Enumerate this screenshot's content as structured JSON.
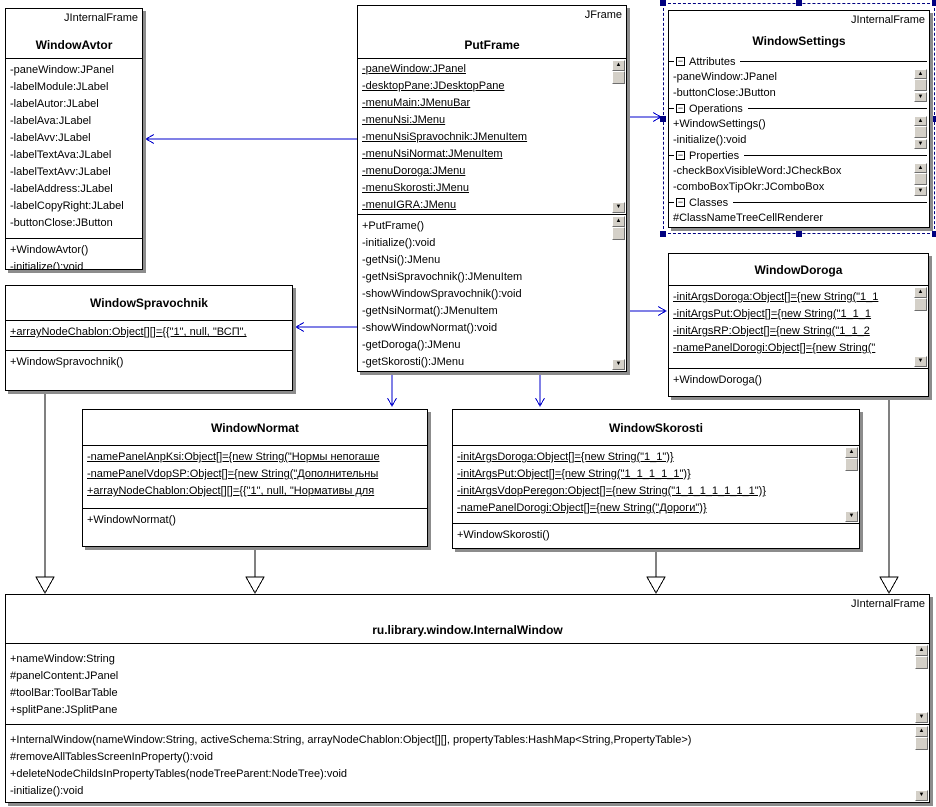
{
  "colors": {
    "association_arrow": "#0000cc",
    "generalization_line": "#000000",
    "selection_handles": "#000080",
    "box_shadow": "#8c8c8c",
    "scrollbar_face": "#d4d0c8"
  },
  "icons": {
    "scroll_up": "▲",
    "scroll_down": "▼",
    "collapse": "−"
  },
  "classes": {
    "window_avtor": {
      "stereotype": "JInternalFrame",
      "name": "WindowAvtor",
      "attributes": [
        "-paneWindow:JPanel",
        "-labelModule:JLabel",
        "-labelAutor:JLabel",
        "-labelAva:JLabel",
        "-labelAvv:JLabel",
        "-labelTextAva:JLabel",
        "-labelTextAvv:JLabel",
        "-labelAddress:JLabel",
        "-labelCopyRight:JLabel",
        "-buttonClose:JButton"
      ],
      "methods": [
        "+WindowAvtor()",
        "-initialize():void"
      ]
    },
    "put_frame": {
      "stereotype": "JFrame",
      "name": "PutFrame",
      "attributes": [
        "-paneWindow:JPanel",
        "-desktopPane:JDesktopPane",
        "-menuMain:JMenuBar",
        "-menuNsi:JMenu",
        "-menuNsiSpravochnik:JMenuItem",
        "-menuNsiNormat:JMenuItem",
        "-menuDoroga:JMenu",
        "-menuSkorosti:JMenu",
        "-menuIGRA:JMenu"
      ],
      "methods": [
        "+PutFrame()",
        "-initialize():void",
        "-getNsi():JMenu",
        "-getNsiSpravochnik():JMenuItem",
        "-showWindowSpravochnik():void",
        "-getNsiNormat():JMenuItem",
        "-showWindowNormat():void",
        "-getDoroga():JMenu",
        "-getSkorosti():JMenu"
      ]
    },
    "window_settings": {
      "stereotype": "JInternalFrame",
      "name": "WindowSettings",
      "section_attributes": "Attributes",
      "attributes": [
        "-paneWindow:JPanel",
        "-buttonClose:JButton"
      ],
      "section_operations": "Operations",
      "operations": [
        "+WindowSettings()",
        "-initialize():void"
      ],
      "section_properties": "Properties",
      "properties": [
        "-checkBoxVisibleWord:JCheckBox",
        "-comboBoxTipOkr:JComboBox"
      ],
      "section_classes": "Classes",
      "class_members": [
        "#ClassNameTreeCellRenderer"
      ]
    },
    "window_spravochnik": {
      "name": "WindowSpravochnik",
      "attributes": [
        "+arrayNodeChablon:Object[][]={{\"1\", null, \"ВСП\","
      ],
      "methods": [
        "+WindowSpravochnik()"
      ]
    },
    "window_doroga": {
      "name": "WindowDoroga",
      "attributes": [
        "-initArgsDoroga:Object[]={new String(\"1_1",
        "-initArgsPut:Object[]={new String(\"1_1_1",
        "-initArgsRP:Object[]={new String(\"1_1_2",
        "-namePanelDorogi:Object[]={new String(\""
      ],
      "methods": [
        "+WindowDoroga()"
      ]
    },
    "window_normat": {
      "name": "WindowNormat",
      "attributes": [
        "-namePanelAnpKsi:Object[]={new String(\"Нормы непогаше",
        "-namePanelVdopSP:Object[]={new String(\"Дополнительны",
        "+arrayNodeChablon:Object[][]={{\"1\", null, \"Нормативы для"
      ],
      "methods": [
        "+WindowNormat()"
      ]
    },
    "window_skorosti": {
      "name": "WindowSkorosti",
      "attributes": [
        "-initArgsDoroga:Object[]={new String(\"1_1\")}",
        "-initArgsPut:Object[]={new String(\"1_1_1_1_1\")}",
        "-initArgsVdopPeregon:Object[]={new String(\"1_1_1_1_1_1_1\")}",
        "-namePanelDorogi:Object[]={new String(\"Дороги\")}"
      ],
      "methods": [
        "+WindowSkorosti()"
      ]
    },
    "internal_window": {
      "stereotype": "JInternalFrame",
      "name": "ru.library.window.InternalWindow",
      "attributes": [
        "+nameWindow:String",
        "#panelContent:JPanel",
        "#toolBar:ToolBarTable",
        "+splitPane:JSplitPane"
      ],
      "methods": [
        "+InternalWindow(nameWindow:String, activeSchema:String, arrayNodeChablon:Object[][], propertyTables:HashMap<String,PropertyTable>)",
        "#removeAllTablesScreenInProperty():void",
        "+deleteNodeChildsInPropertyTables(nodeTreeParent:NodeTree):void",
        "-initialize():void"
      ]
    }
  }
}
